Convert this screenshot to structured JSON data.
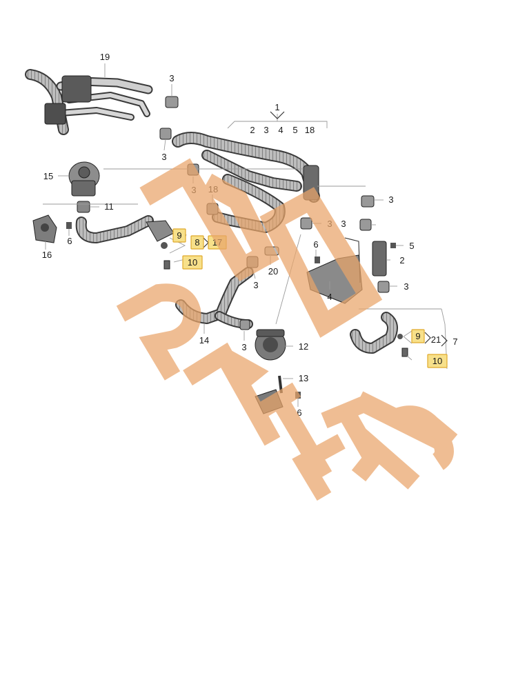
{
  "diagram": {
    "callouts": {
      "c19": "19",
      "c3a": "3",
      "c1": "1",
      "c1_sub": [
        "2",
        "3",
        "4",
        "5",
        "18"
      ],
      "c3b": "3",
      "c15": "15",
      "c3c": "3",
      "c18": "18",
      "c3d": "3",
      "c11": "11",
      "c6a": "6",
      "c16": "16",
      "c3e": "3",
      "c3f": "3",
      "c9a": "9",
      "c8": "8",
      "c17": "17",
      "c10a": "10",
      "c6b": "6",
      "c5": "5",
      "c2": "2",
      "c20": "20",
      "c3g": "3",
      "c4": "4",
      "c3h": "3",
      "c9b": "9",
      "c21": "21",
      "c7": "7",
      "c10b": "10",
      "c14": "14",
      "c3i": "3",
      "c12": "12",
      "c13": "13",
      "c6c": "6"
    },
    "highlighted": [
      "9",
      "8",
      "17",
      "10"
    ],
    "colors": {
      "watermark": "#e9a56a",
      "highlight_fill": "#f7e08a",
      "highlight_border": "#e0a92a",
      "part_gray": "#8a8a8a",
      "line": "#333333"
    }
  },
  "watermark": {
    "type": "logo",
    "text": "PARTS"
  }
}
